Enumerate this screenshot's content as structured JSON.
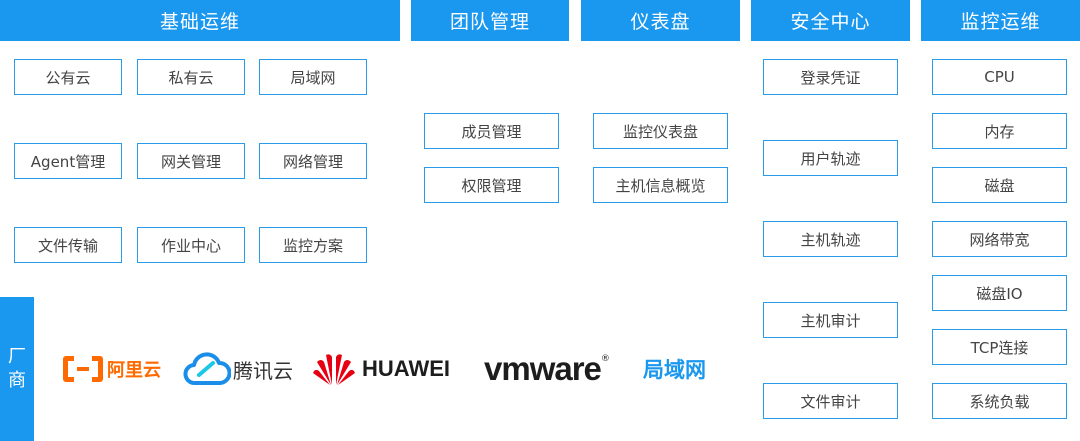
{
  "headers": {
    "basic_ops": "基础运维",
    "team": "团队管理",
    "dashboard": "仪表盘",
    "security": "安全中心",
    "monitor": "监控运维"
  },
  "basic_ops": {
    "row1": [
      "公有云",
      "私有云",
      "局域网"
    ],
    "row2": [
      "Agent管理",
      "网关管理",
      "网络管理"
    ],
    "row3": [
      "文件传输",
      "作业中心",
      "监控方案"
    ]
  },
  "team": {
    "items": [
      "成员管理",
      "权限管理"
    ]
  },
  "dashboard": {
    "items": [
      "监控仪表盘",
      "主机信息概览"
    ]
  },
  "security": {
    "items": [
      "登录凭证",
      "用户轨迹",
      "主机轨迹",
      "主机审计",
      "文件审计"
    ]
  },
  "monitor": {
    "items": [
      "CPU",
      "内存",
      "磁盘",
      "网络带宽",
      "磁盘IO",
      "TCP连接",
      "系统负载"
    ]
  },
  "vendors": {
    "tab_label_1": "厂",
    "tab_label_2": "商",
    "aliyun": "阿里云",
    "tencent": "腾讯云",
    "huawei": "HUAWEI",
    "vmware": "vmware",
    "lan": "局域网"
  },
  "colors": {
    "header_bg": "#1a97ee",
    "box_border": "#2a9be8",
    "aliyun": "#ff6a00",
    "tencent": "#1a8ee8",
    "huawei": "#e60012",
    "vmware": "#1d1d1d",
    "lan": "#1a97ee"
  }
}
